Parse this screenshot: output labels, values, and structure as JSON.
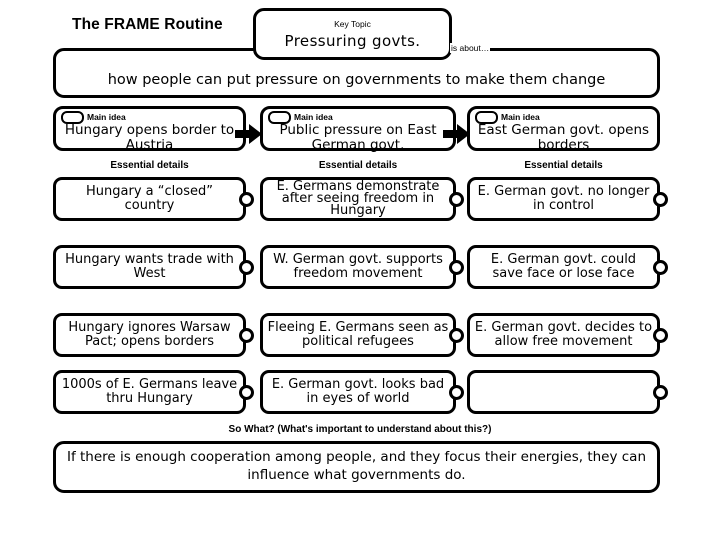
{
  "header": {
    "title": "The FRAME Routine",
    "key_topic_label": "Key Topic",
    "key_topic_value": "Pressuring govts.",
    "is_about_label": "is about…",
    "is_about_value": "how people can put pressure on governments to make them change"
  },
  "columns": [
    {
      "main_idea_label": "Main idea",
      "main_idea_text": "Hungary opens border to Austria",
      "essential_details_label": "Essential details",
      "details": [
        "Hungary a “closed” country",
        "Hungary wants trade with West",
        "Hungary ignores Warsaw Pact; opens borders",
        "1000s of E. Germans leave thru Hungary"
      ]
    },
    {
      "main_idea_label": "Main idea",
      "main_idea_text": "Public pressure on East German govt.",
      "essential_details_label": "Essential details",
      "details": [
        "E. Germans demonstrate after seeing freedom in Hungary",
        "W. German govt. supports freedom movement",
        "Fleeing E. Germans seen as political refugees",
        "E. German govt. looks bad in eyes of world"
      ]
    },
    {
      "main_idea_label": "Main idea",
      "main_idea_text": "East German govt. opens borders",
      "essential_details_label": "Essential details",
      "details": [
        "E. German govt. no longer in control",
        "E. German govt. could save face or lose face",
        "E. German govt. decides to allow free movement",
        ""
      ]
    }
  ],
  "footer": {
    "so_what_label": "So What? (What's important to understand about this?)",
    "so_what_text": "If there is enough cooperation among people, and they focus their energies, they can influence what governments do."
  },
  "colors": {
    "ink": "#000000",
    "paper": "#ffffff"
  }
}
